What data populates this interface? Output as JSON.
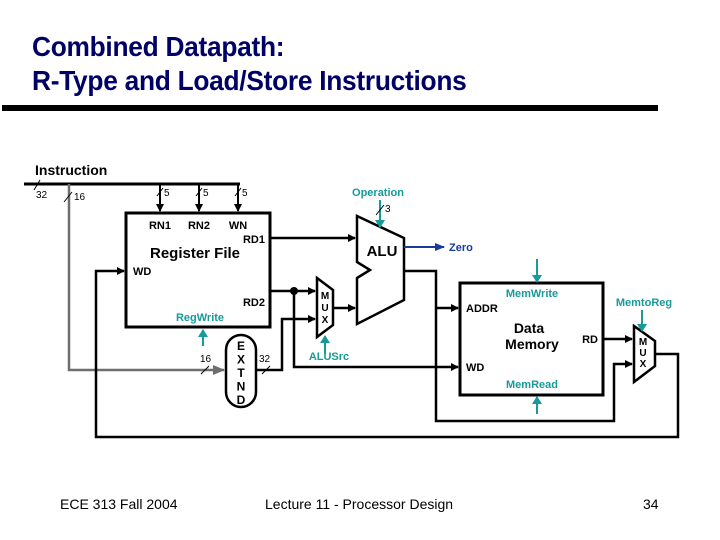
{
  "title": {
    "line1": "Combined Datapath:",
    "line2": "R-Type and Load/Store Instructions"
  },
  "diagram": {
    "instruction_label": "Instruction",
    "bus_widths": {
      "instruction": "32",
      "immediate": "16",
      "rn1": "5",
      "rn2": "5",
      "wn": "5",
      "extnd_in": "16",
      "extnd_out": "32",
      "operation": "3"
    },
    "register_file": {
      "name": "Register File",
      "ports": {
        "rn1": "RN1",
        "rn2": "RN2",
        "wn": "WN",
        "rd1": "RD1",
        "rd2": "RD2",
        "wd": "WD"
      },
      "control": "RegWrite"
    },
    "extend": {
      "letters": [
        "E",
        "X",
        "T",
        "N",
        "D"
      ]
    },
    "alu_mux": {
      "letters": [
        "M",
        "U",
        "X"
      ],
      "control": "ALUSrc"
    },
    "alu": {
      "name": "ALU",
      "control": "Operation",
      "output": "Zero"
    },
    "data_memory": {
      "name_line1": "Data",
      "name_line2": "Memory",
      "ports": {
        "addr": "ADDR",
        "wd": "WD",
        "rd": "RD"
      },
      "control_top": "MemWrite",
      "control_bottom": "MemRead"
    },
    "mem_mux": {
      "letters": [
        "M",
        "U",
        "X"
      ],
      "control": "MemtoReg"
    },
    "colors": {
      "control": "#169a9a",
      "zero": "#1a3a9a",
      "wire": "#000000",
      "immediate": "#6e6e6e",
      "title": "#000066"
    }
  },
  "footer": {
    "course": "ECE 313 Fall 2004",
    "lecture": "Lecture 11 - Processor Design",
    "page": "34"
  }
}
